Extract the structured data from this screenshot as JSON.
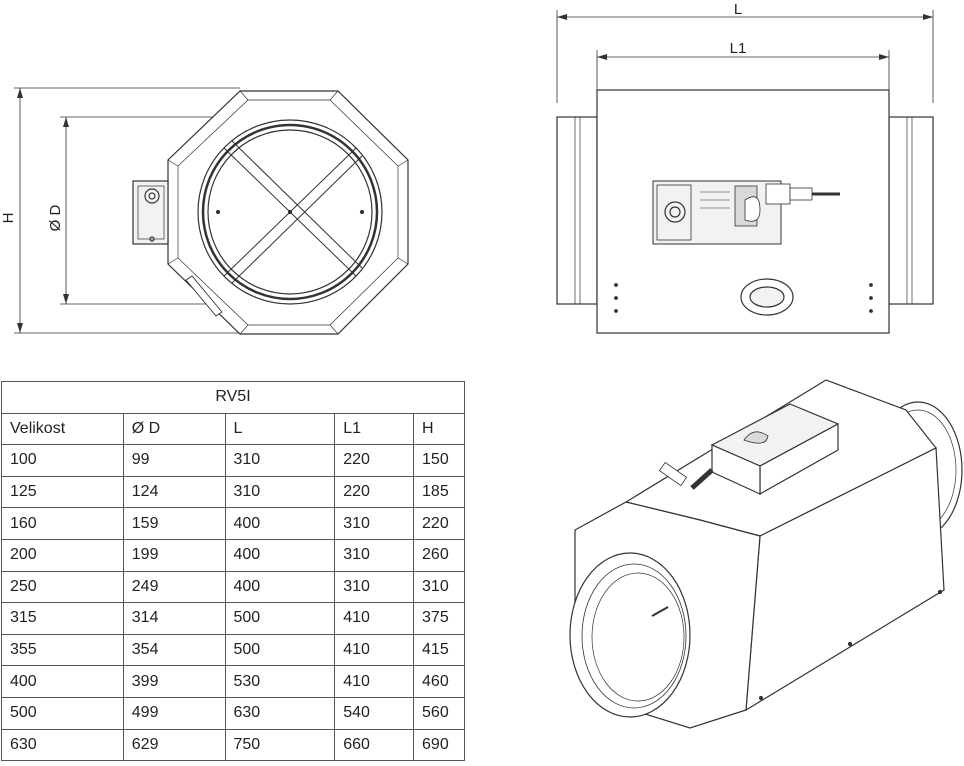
{
  "front_view": {
    "label_height": "H",
    "label_diameter": "Ø D"
  },
  "side_view": {
    "label_length": "L",
    "label_length_1": "L1"
  },
  "table": {
    "title": "RV5I",
    "headers": [
      "Velikost",
      "Ø D",
      "L",
      "L1",
      "H"
    ],
    "rows": [
      [
        "100",
        "99",
        "310",
        "220",
        "150"
      ],
      [
        "125",
        "124",
        "310",
        "220",
        "185"
      ],
      [
        "160",
        "159",
        "400",
        "310",
        "220"
      ],
      [
        "200",
        "199",
        "400",
        "310",
        "260"
      ],
      [
        "250",
        "249",
        "400",
        "310",
        "310"
      ],
      [
        "315",
        "314",
        "500",
        "410",
        "375"
      ],
      [
        "355",
        "354",
        "500",
        "410",
        "415"
      ],
      [
        "400",
        "399",
        "530",
        "410",
        "460"
      ],
      [
        "500",
        "499",
        "630",
        "540",
        "560"
      ],
      [
        "630",
        "629",
        "750",
        "660",
        "690"
      ]
    ]
  },
  "colors": {
    "line": "#333333",
    "light_fill": "#f2f2f2",
    "mid_fill": "#d9d9d9"
  }
}
